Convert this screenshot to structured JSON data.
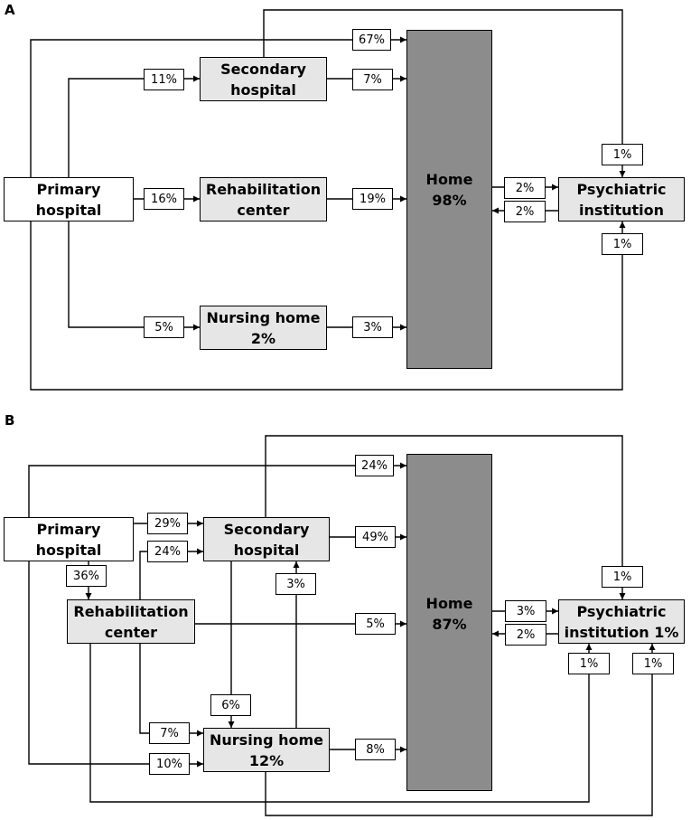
{
  "panels": [
    {
      "letter": "A",
      "nodes": {
        "primary": "Primary\nhospital",
        "secondary": "Secondary\nhospital",
        "rehab": "Rehabilitation\ncenter",
        "nursing": "Nursing home\n2%",
        "home": "Home\n98%",
        "psych": "Psychiatric\ninstitution"
      },
      "flows": {
        "primary_home": "67%",
        "primary_secondary": "11%",
        "primary_rehab": "16%",
        "primary_nursing": "5%",
        "secondary_home": "7%",
        "rehab_home": "19%",
        "nursing_home": "3%",
        "secondary_psych": "1%",
        "home_psych": "2%",
        "psych_home": "2%",
        "primary_psych": "1%"
      }
    },
    {
      "letter": "B",
      "nodes": {
        "primary": "Primary\nhospital",
        "secondary": "Secondary\nhospital",
        "rehab": "Rehabilitation\ncenter",
        "nursing": "Nursing home\n12%",
        "home": "Home\n87%",
        "psych": "Psychiatric\ninstitution 1%"
      },
      "flows": {
        "primary_home": "24%",
        "primary_secondary": "29%",
        "rehab_secondary": "24%",
        "secondary_home": "49%",
        "primary_rehab": "36%",
        "nursing_secondary": "3%",
        "rehab_home": "5%",
        "secondary_nursing": "6%",
        "rehab_nursing": "7%",
        "primary_nursing": "10%",
        "nursing_home": "8%",
        "secondary_psych": "1%",
        "home_psych": "3%",
        "psych_home": "2%",
        "rehab_psych": "1%",
        "nursing_psych": "1%"
      }
    }
  ]
}
